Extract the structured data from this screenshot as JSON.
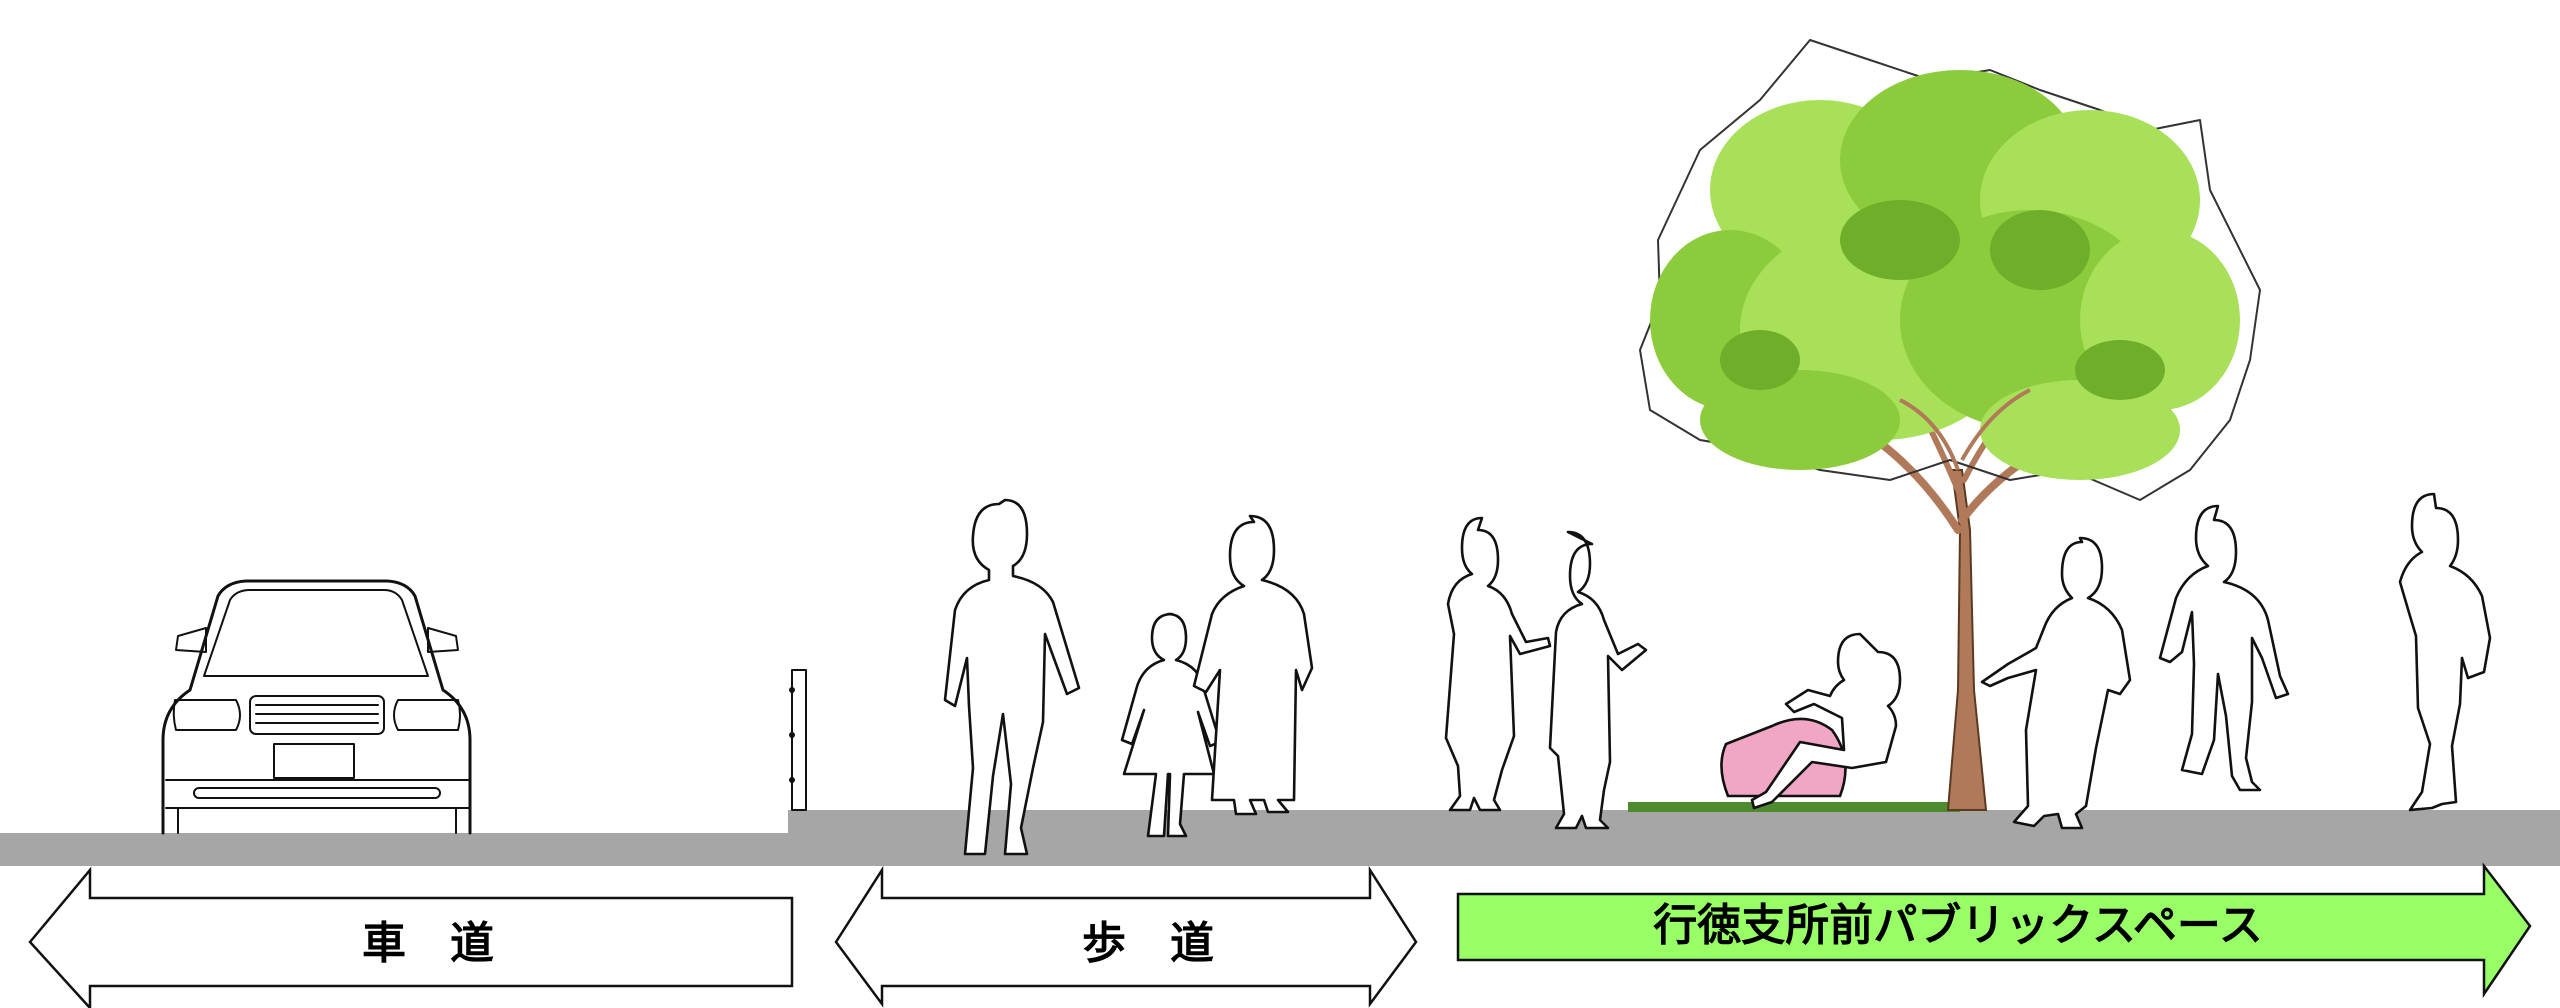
{
  "zones": {
    "roadway": {
      "label": "車　道"
    },
    "sidewalk": {
      "label": "歩　道"
    },
    "public_space": {
      "label": "行徳支所前パブリックスペース",
      "fill_color": "#99ff66"
    }
  },
  "colors": {
    "ground": "#a6a6a6",
    "foliage_light": "#a8e05a",
    "foliage_mid": "#8ccc3c",
    "foliage_dark": "#6fae2a",
    "trunk": "#b07a5a",
    "chair": "#f2a6c6",
    "grass_strip": "#4e8a2e"
  },
  "icons": [
    "car-icon",
    "bollard-icon",
    "pedestrian-icon",
    "child-icon",
    "wheelchair-icon",
    "tree-icon"
  ]
}
